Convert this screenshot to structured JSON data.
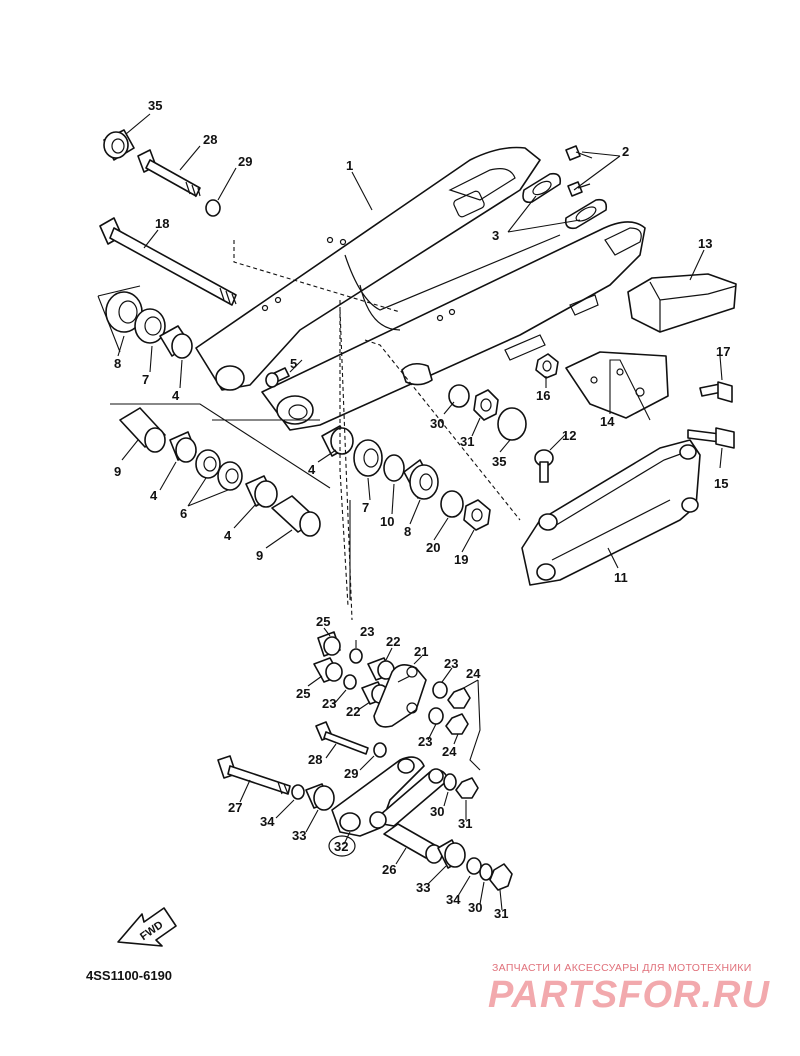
{
  "diagram_code": "4SS1100-6190",
  "fwd_label": "FWD",
  "watermark": {
    "tagline": "ЗАПЧАСТИ И АКСЕССУАРЫ ДЛЯ МОТОТЕХНИКИ",
    "brand": "PARTSFOR.RU"
  },
  "callouts": {
    "c1": "1",
    "c2": "2",
    "c3": "3",
    "c4a": "4",
    "c4b": "4",
    "c4c": "4",
    "c5": "5",
    "c6": "6",
    "c7a": "7",
    "c7b": "7",
    "c8a": "8",
    "c8b": "8",
    "c9a": "9",
    "c9b": "9",
    "c10": "10",
    "c11": "11",
    "c12": "12",
    "c13": "13",
    "c14": "14",
    "c15": "15",
    "c16": "16",
    "c17": "17",
    "c18": "18",
    "c19": "19",
    "c20": "20",
    "c21": "21",
    "c22a": "22",
    "c22b": "22",
    "c23a": "23",
    "c23b": "23",
    "c23c": "23",
    "c23d": "23",
    "c24a": "24",
    "c24b": "24",
    "c25a": "25",
    "c25b": "25",
    "c26": "26",
    "c27": "27",
    "c28a": "28",
    "c28b": "28",
    "c29a": "29",
    "c29b": "29",
    "c30a": "30",
    "c30b": "30",
    "c30c": "30",
    "c31a": "31",
    "c31b": "31",
    "c31c": "31",
    "c32": "32",
    "c33a": "33",
    "c33b": "33",
    "c34a": "34",
    "c34b": "34",
    "c35a": "35",
    "c35b": "35"
  }
}
